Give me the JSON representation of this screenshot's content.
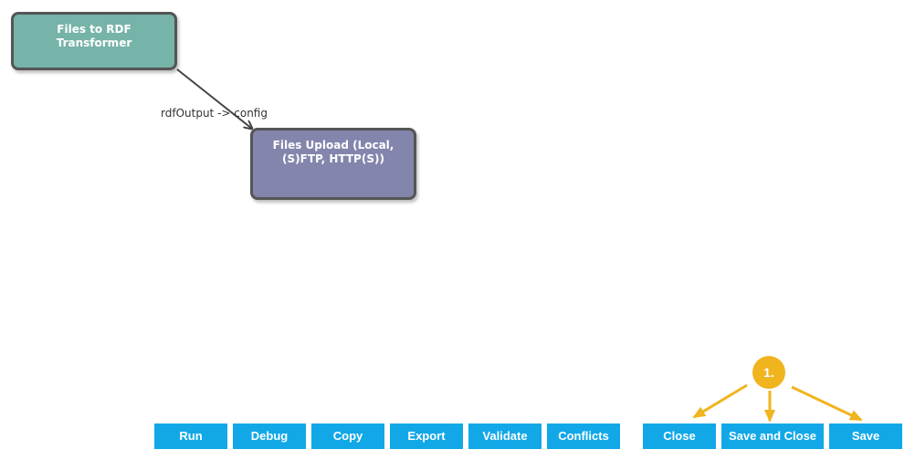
{
  "colors": {
    "transformer_node": "#76b3a8",
    "upload_node": "#8385ad",
    "node_border": "#555555",
    "edge": "#444444",
    "button": "#12a8e8",
    "button_text": "#ffffff",
    "callout": "#f0b41e"
  },
  "pipeline": {
    "nodes": [
      {
        "id": "transformer",
        "label": "Files to RDF Transformer"
      },
      {
        "id": "upload",
        "label": "Files Upload (Local, (S)FTP, HTTP(S))"
      }
    ],
    "edges": [
      {
        "from": "transformer",
        "to": "upload",
        "label": "rdfOutput -> config"
      }
    ]
  },
  "toolbar": {
    "run_label": "Run",
    "debug_label": "Debug",
    "copy_label": "Copy",
    "export_label": "Export",
    "validate_label": "Validate",
    "conflicts_label": "Conflicts",
    "close_label": "Close",
    "save_and_close_label": "Save and Close",
    "save_label": "Save"
  },
  "annotation": {
    "callout_label": "1."
  }
}
